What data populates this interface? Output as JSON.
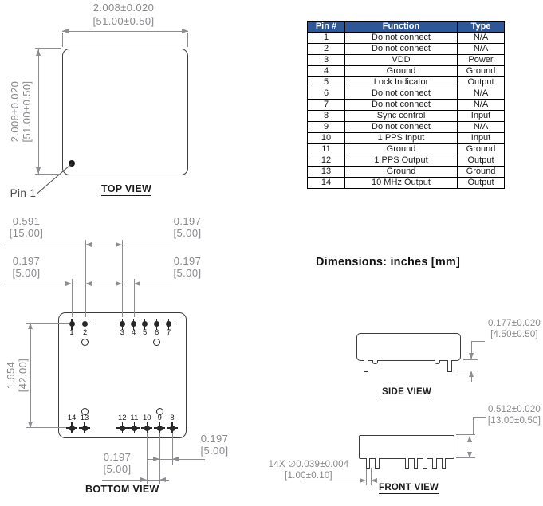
{
  "colors": {
    "table_header_bg": "#2D5796",
    "table_header_text": "#FFFFFF",
    "dimension_gray": "#8B8D90",
    "outline_dark": "#3C3C3E"
  },
  "units_note": "Dimensions: inches [mm]",
  "top_view": {
    "label": "TOP VIEW",
    "pin1_label": "Pin 1",
    "width_dim": {
      "inches": "2.008±0.020",
      "mm": "[51.00±0.50]"
    },
    "height_dim": {
      "inches": "2.008±0.020",
      "mm": "[51.00±0.50]"
    }
  },
  "pin_table": {
    "headers": [
      "Pin #",
      "Function",
      "Type"
    ],
    "rows": [
      {
        "pin": "1",
        "function": "Do not connect",
        "type": "N/A"
      },
      {
        "pin": "2",
        "function": "Do not connect",
        "type": "N/A"
      },
      {
        "pin": "3",
        "function": "VDD",
        "type": "Power"
      },
      {
        "pin": "4",
        "function": "Ground",
        "type": "Ground"
      },
      {
        "pin": "5",
        "function": "Lock Indicator",
        "type": "Output"
      },
      {
        "pin": "6",
        "function": "Do not connect",
        "type": "N/A"
      },
      {
        "pin": "7",
        "function": "Do not connect",
        "type": "N/A"
      },
      {
        "pin": "8",
        "function": "Sync control",
        "type": "Input"
      },
      {
        "pin": "9",
        "function": "Do not connect",
        "type": "N/A"
      },
      {
        "pin": "10",
        "function": "1 PPS Input",
        "type": "Input"
      },
      {
        "pin": "11",
        "function": "Ground",
        "type": "Ground"
      },
      {
        "pin": "12",
        "function": "1 PPS Output",
        "type": "Output"
      },
      {
        "pin": "13",
        "function": "Ground",
        "type": "Ground"
      },
      {
        "pin": "14",
        "function": "10 MHz Output",
        "type": "Output"
      }
    ]
  },
  "bottom_view": {
    "label": "BOTTOM VIEW",
    "top_pin_labels": [
      "1",
      "2",
      "3",
      "4",
      "5",
      "6",
      "7"
    ],
    "bottom_pin_labels": [
      "14",
      "13",
      "12",
      "11",
      "10",
      "9",
      "8"
    ],
    "dims": {
      "row_span": {
        "inches": "0.591",
        "mm": "[15.00]"
      },
      "pitch_top_right": {
        "inches": "0.197",
        "mm": "[5.00]"
      },
      "pitch_left": {
        "inches": "0.197",
        "mm": "[5.00]"
      },
      "pitch_right": {
        "inches": "0.197",
        "mm": "[5.00]"
      },
      "col_span": {
        "inches": "1.654",
        "mm": "[42.00]"
      },
      "pitch_bottom_center": {
        "inches": "0.197",
        "mm": "[5.00]"
      },
      "pitch_bottom_right": {
        "inches": "0.197",
        "mm": "[5.00]"
      }
    }
  },
  "side_view": {
    "label": "SIDE VIEW",
    "pin_length_dim": {
      "inches": "0.177±0.020",
      "mm": "[4.50±0.50]"
    }
  },
  "front_view": {
    "label": "FRONT VIEW",
    "body_height_dim": {
      "inches": "0.512±0.020",
      "mm": "[13.00±0.50]"
    },
    "pin_diameter_dim": {
      "line1": "14X ∅0.039±0.004",
      "line2": "[1.00±0.10]"
    }
  }
}
